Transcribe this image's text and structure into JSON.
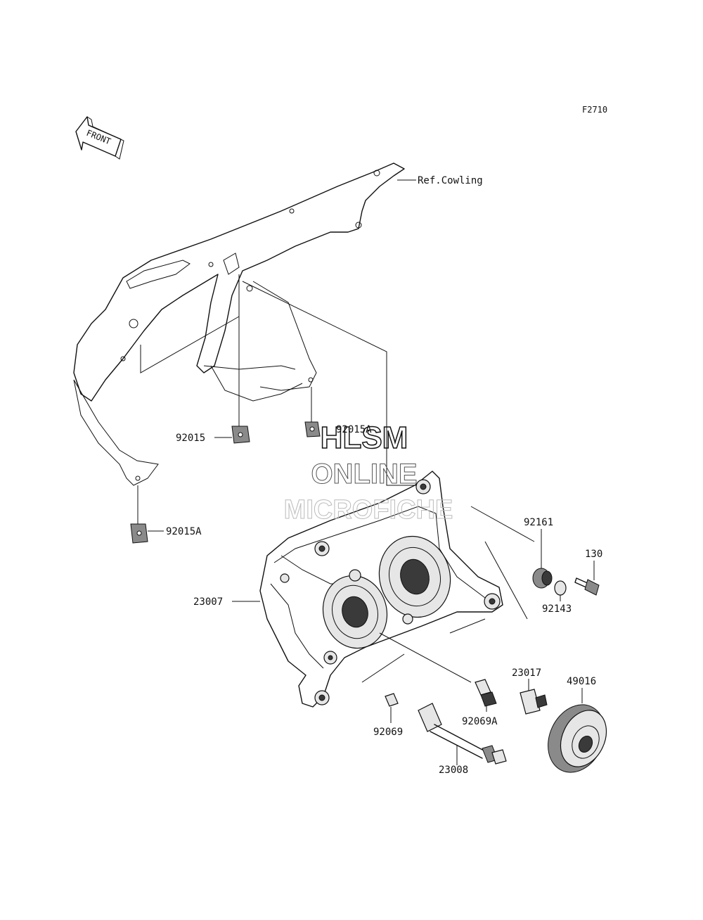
{
  "figure_code": "F2710",
  "front_arrow_label": "FRONT",
  "reference_label": "Ref.Cowling",
  "parts": [
    {
      "id": "p-92015",
      "label": "92015"
    },
    {
      "id": "p-92015a-top",
      "label": "92015A"
    },
    {
      "id": "p-92015a-left",
      "label": "92015A"
    },
    {
      "id": "p-92161",
      "label": "92161"
    },
    {
      "id": "p-130",
      "label": "130"
    },
    {
      "id": "p-92143",
      "label": "92143"
    },
    {
      "id": "p-23007",
      "label": "23007"
    },
    {
      "id": "p-23017",
      "label": "23017"
    },
    {
      "id": "p-49016",
      "label": "49016"
    },
    {
      "id": "p-92069",
      "label": "92069"
    },
    {
      "id": "p-92069a",
      "label": "92069A"
    },
    {
      "id": "p-23008",
      "label": "23008"
    }
  ],
  "watermark": {
    "line1": "HLSM",
    "line2": "ONLINE",
    "line3": "MICROFICHE"
  }
}
